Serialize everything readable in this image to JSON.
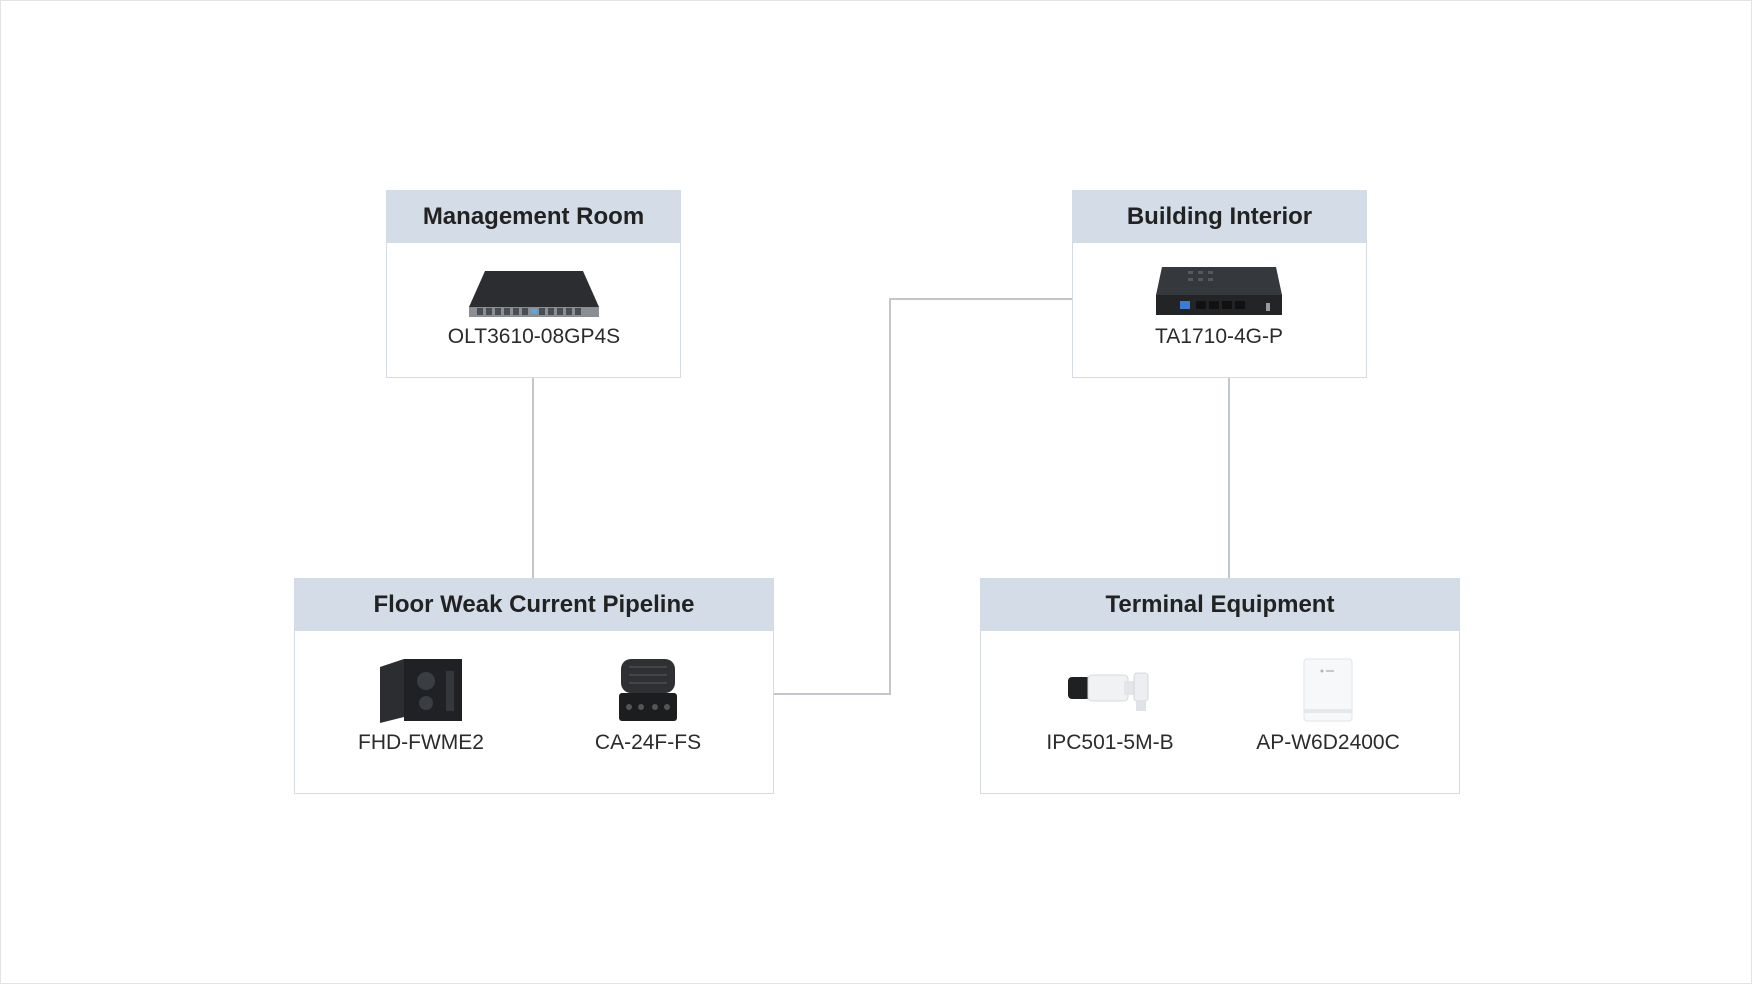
{
  "colors": {
    "header_bg": "#d4dce7",
    "border": "#d5dbe3",
    "connector": "#c2c7cd",
    "device_dark": "#2b2d30"
  },
  "boxes": {
    "management_room": {
      "title": "Management Room",
      "devices": [
        {
          "label": "OLT3610-08GP4S",
          "icon": "olt-switch-icon"
        }
      ]
    },
    "building_interior": {
      "title": "Building Interior",
      "devices": [
        {
          "label": "TA1710-4G-P",
          "icon": "ont-terminal-icon"
        }
      ]
    },
    "floor_pipeline": {
      "title": "Floor Weak Current Pipeline",
      "devices": [
        {
          "label": "FHD-FWME2",
          "icon": "wall-mount-enclosure-icon"
        },
        {
          "label": "CA-24F-FS",
          "icon": "splice-closure-icon"
        }
      ]
    },
    "terminal_equipment": {
      "title": "Terminal Equipment",
      "devices": [
        {
          "label": "IPC501-5M-B",
          "icon": "bullet-camera-icon"
        },
        {
          "label": "AP-W6D2400C",
          "icon": "access-point-icon"
        }
      ]
    }
  },
  "connections": [
    {
      "from": "management_room",
      "to": "floor_pipeline"
    },
    {
      "from": "floor_pipeline",
      "to": "building_interior"
    },
    {
      "from": "building_interior",
      "to": "terminal_equipment"
    }
  ]
}
